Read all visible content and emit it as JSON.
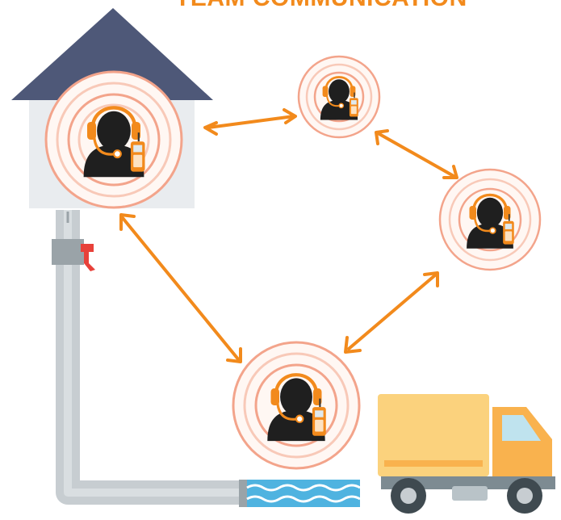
{
  "title": "TEAM COMMUNICATION",
  "colors": {
    "accent": "#f28a1c",
    "roof": "#4e5878",
    "wall": "#e9ecef",
    "pipe": "#c7cdd1",
    "water": "#4fb3e0",
    "truck_cargo": "#fbd27d",
    "truck_cab": "#f9b24e",
    "ring": "#f3a48b"
  },
  "nodes": [
    {
      "name": "operator-house",
      "role": "base station"
    },
    {
      "name": "operator-top"
    },
    {
      "name": "operator-right"
    },
    {
      "name": "operator-bottom"
    }
  ],
  "links": [
    {
      "from": "operator-house",
      "to": "operator-top"
    },
    {
      "from": "operator-top",
      "to": "operator-right"
    },
    {
      "from": "operator-right",
      "to": "operator-bottom"
    },
    {
      "from": "operator-bottom",
      "to": "operator-house"
    }
  ],
  "icons": [
    "headset-icon",
    "radio-icon",
    "valve-icon",
    "water-icon",
    "truck-icon",
    "house-icon"
  ]
}
